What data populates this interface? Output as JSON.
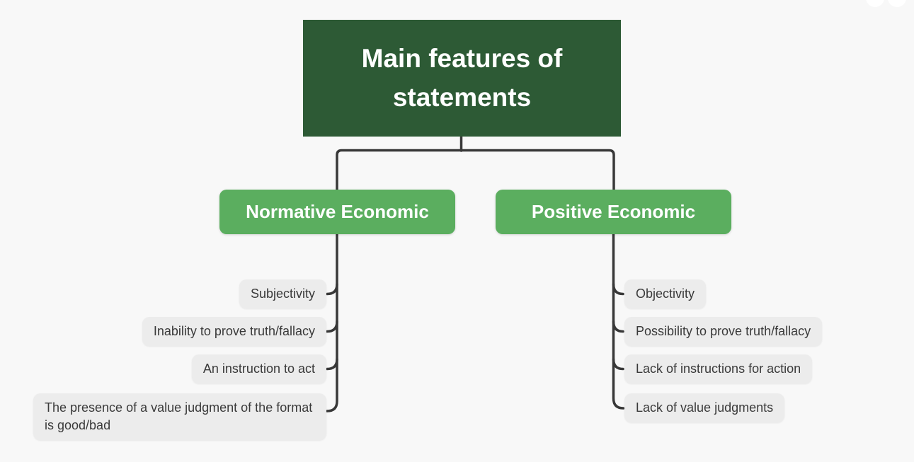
{
  "root": {
    "label": "Main features of statements"
  },
  "branches": [
    {
      "label": "Normative Economic",
      "children": [
        "Subjectivity",
        "Inability to prove truth/fallacy",
        "An instruction to act",
        "The presence of a value judgment of the format is good/bad"
      ]
    },
    {
      "label": "Positive Economic",
      "children": [
        "Objectivity",
        "Possibility to prove truth/fallacy",
        "Lack of instructions for action",
        "Lack of value judgments"
      ]
    }
  ],
  "colors": {
    "canvas_bg": "#f8f8f8",
    "root_node_bg": "#2d5a35",
    "root_node_text": "#ffffff",
    "branch_node_bg": "#5bae5f",
    "branch_node_text": "#ffffff",
    "child_node_bg": "#ececec",
    "child_node_text": "#3a3a3a",
    "connector": "#383838"
  }
}
